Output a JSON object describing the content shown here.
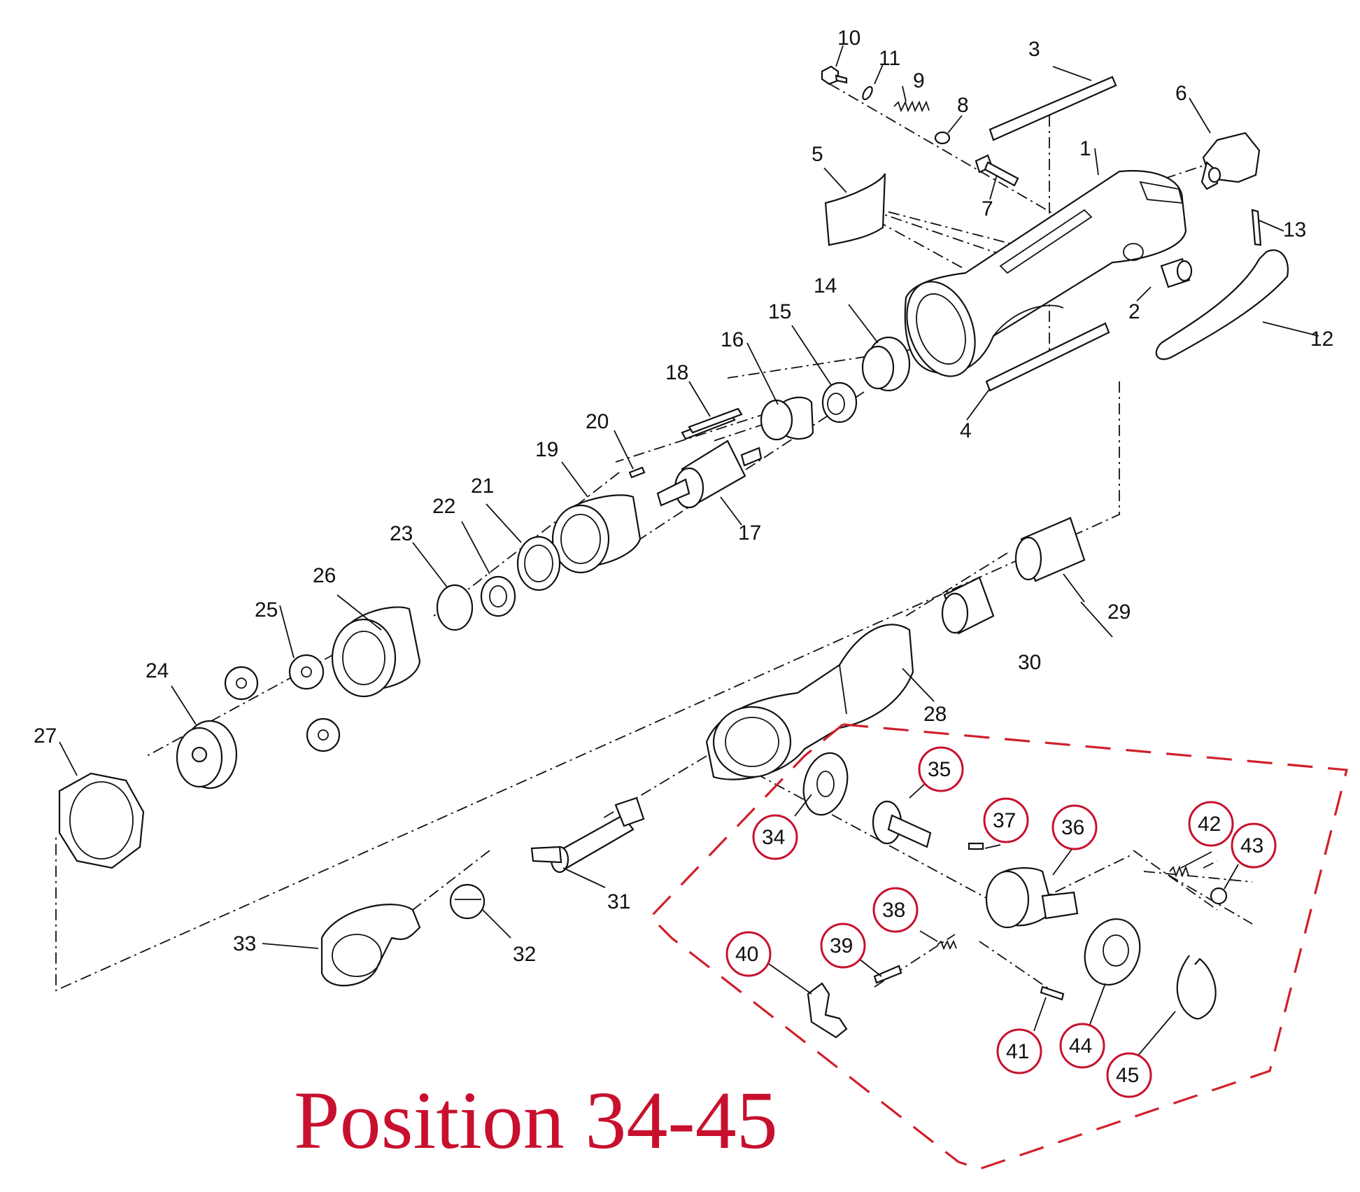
{
  "caption": "Position 34-45",
  "highlight_color": "#c8102e",
  "part_labels": {
    "p1": "1",
    "p2": "2",
    "p3": "3",
    "p4": "4",
    "p5": "5",
    "p6": "6",
    "p7": "7",
    "p8": "8",
    "p9": "9",
    "p10": "10",
    "p11": "11",
    "p12": "12",
    "p13": "13",
    "p14": "14",
    "p15": "15",
    "p16": "16",
    "p17": "17",
    "p18": "18",
    "p19": "19",
    "p20": "20",
    "p21": "21",
    "p22": "22",
    "p23": "23",
    "p24": "24",
    "p25": "25",
    "p26": "26",
    "p27": "27",
    "p28": "28",
    "p29": "29",
    "p30": "30",
    "p31": "31",
    "p32": "32",
    "p33": "33"
  },
  "highlighted_labels": {
    "p34": "34",
    "p35": "35",
    "p36": "36",
    "p37": "37",
    "p38": "38",
    "p39": "39",
    "p40": "40",
    "p41": "41",
    "p42": "42",
    "p43": "43",
    "p44": "44",
    "p45": "45"
  }
}
